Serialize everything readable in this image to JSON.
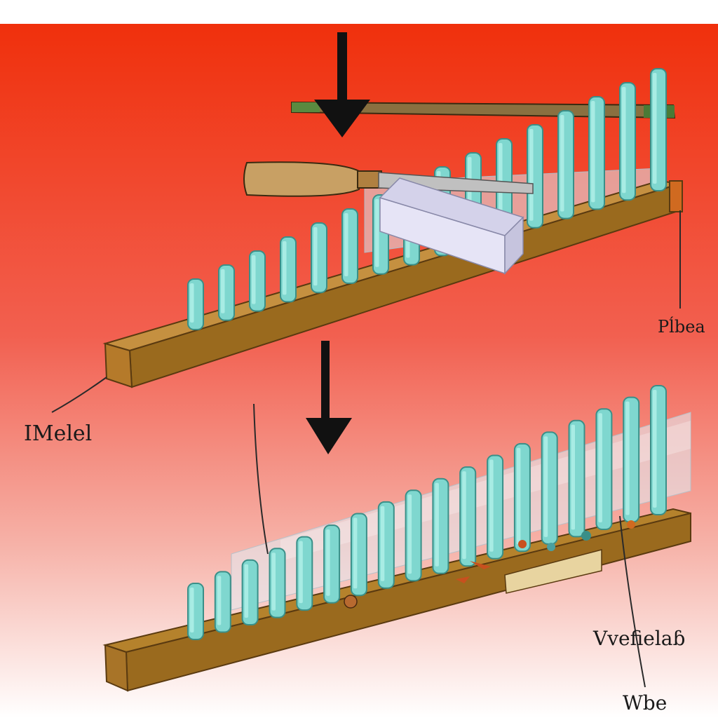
{
  "labels": {
    "left": "IMelel",
    "right_top": "Pĺbea",
    "right_bottom_1": "Vvefielaɓ",
    "right_bottom_2": "Wbe"
  },
  "stages": [
    {
      "name": "upper",
      "pillars": 16
    },
    {
      "name": "lower",
      "pillars": 18
    }
  ],
  "colors": {
    "gradient_top": "#f0300c",
    "gradient_mid": "#f39080",
    "gradient_bottom": "#ffffff",
    "wood_top": "#b5822c",
    "wood_front": "#9a6a1e",
    "wood_side": "#c59040",
    "pillar_fill": "#7fd7cf",
    "pillar_light": "#a8ece4",
    "pillar_stroke": "#3a8f88",
    "glass": "#dfe6ee",
    "block": "#e4e2f5",
    "arrow": "#111111"
  }
}
